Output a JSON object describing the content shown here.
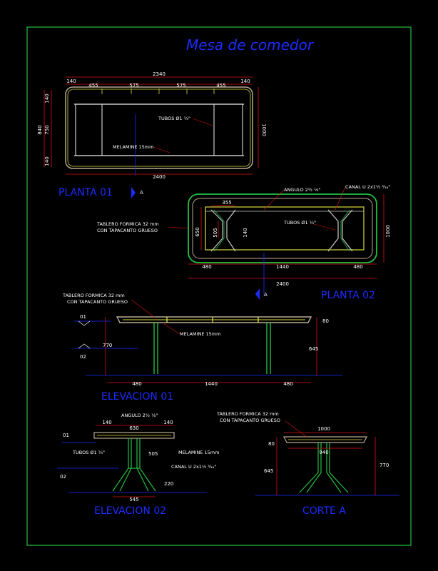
{
  "title": "Mesa de comedor",
  "colors": {
    "frame": "#22c040",
    "dim": "#e01010",
    "title": "#1c2cff",
    "tube": "#d8d840",
    "tabletop": "#b8a890"
  },
  "planta01": {
    "title": "PLANTA 01",
    "top_total": "2340",
    "top_parts": [
      "140",
      "455",
      "575",
      "575",
      "455",
      "140"
    ],
    "bottom_total": "2400",
    "left_parts": [
      "140",
      "750",
      "140"
    ],
    "left_total": "840",
    "right_total": "1000",
    "lbl_tubos": "TUBOS Ø1 ¼\"",
    "lbl_melamine": "MELAMINE 15mm",
    "section_mark": "A"
  },
  "planta02": {
    "title": "PLANTA 02",
    "lbl_angulo": "ANGULO 2½ ⅛\"",
    "lbl_canal": "CANAL U 2x1½ ³⁄₁₆\"",
    "lbl_tablero": [
      "TABLERO  FORMICA 32 mm",
      "CON TAPACANTO GRUESO"
    ],
    "lbl_tubos": "TUBOS Ø1 ¼\"",
    "dim_355": "355",
    "dim_650": "650",
    "dim_505": "505",
    "dim_140": "140",
    "bottom_parts": [
      "480",
      "1440",
      "480"
    ],
    "bottom_total": "2400",
    "right_total": "1000",
    "section_mark": "A"
  },
  "elevacion01": {
    "title": "ELEVACION 01",
    "lbl_tablero": [
      "TABLERO  FORMICA 32 mm",
      "CON TAPACANTO GRUESO"
    ],
    "lbl_melamine": "MELAMINE 15mm",
    "mark1": "01",
    "mark2": "02",
    "dim_770": "770",
    "dim_80": "80",
    "dim_645": "645",
    "bottom_parts": [
      "480",
      "1440",
      "480"
    ]
  },
  "elevacion02": {
    "title": "ELEVACION 02",
    "lbl_angulo": "ANGULO 2½ ⅛\"",
    "lbl_tubos": "TUBOS Ø1 ¼\"",
    "lbl_melamine": "MELAMINE 15mm",
    "lbl_canal": "CANAL U 2x1½ ³⁄₁₆\"",
    "mark1": "01",
    "mark2": "02",
    "top_parts": [
      "140",
      "630",
      "140"
    ],
    "dim_505": "505",
    "dim_220": "220",
    "dim_545": "545"
  },
  "corteA": {
    "title": "CORTE A",
    "lbl_tablero": [
      "TABLERO  FORMICA 32 mm",
      "CON TAPACANTO GRUESO"
    ],
    "dim_1000": "1000",
    "dim_940": "940",
    "dim_80": "80",
    "dim_645": "645",
    "dim_770": "770"
  }
}
